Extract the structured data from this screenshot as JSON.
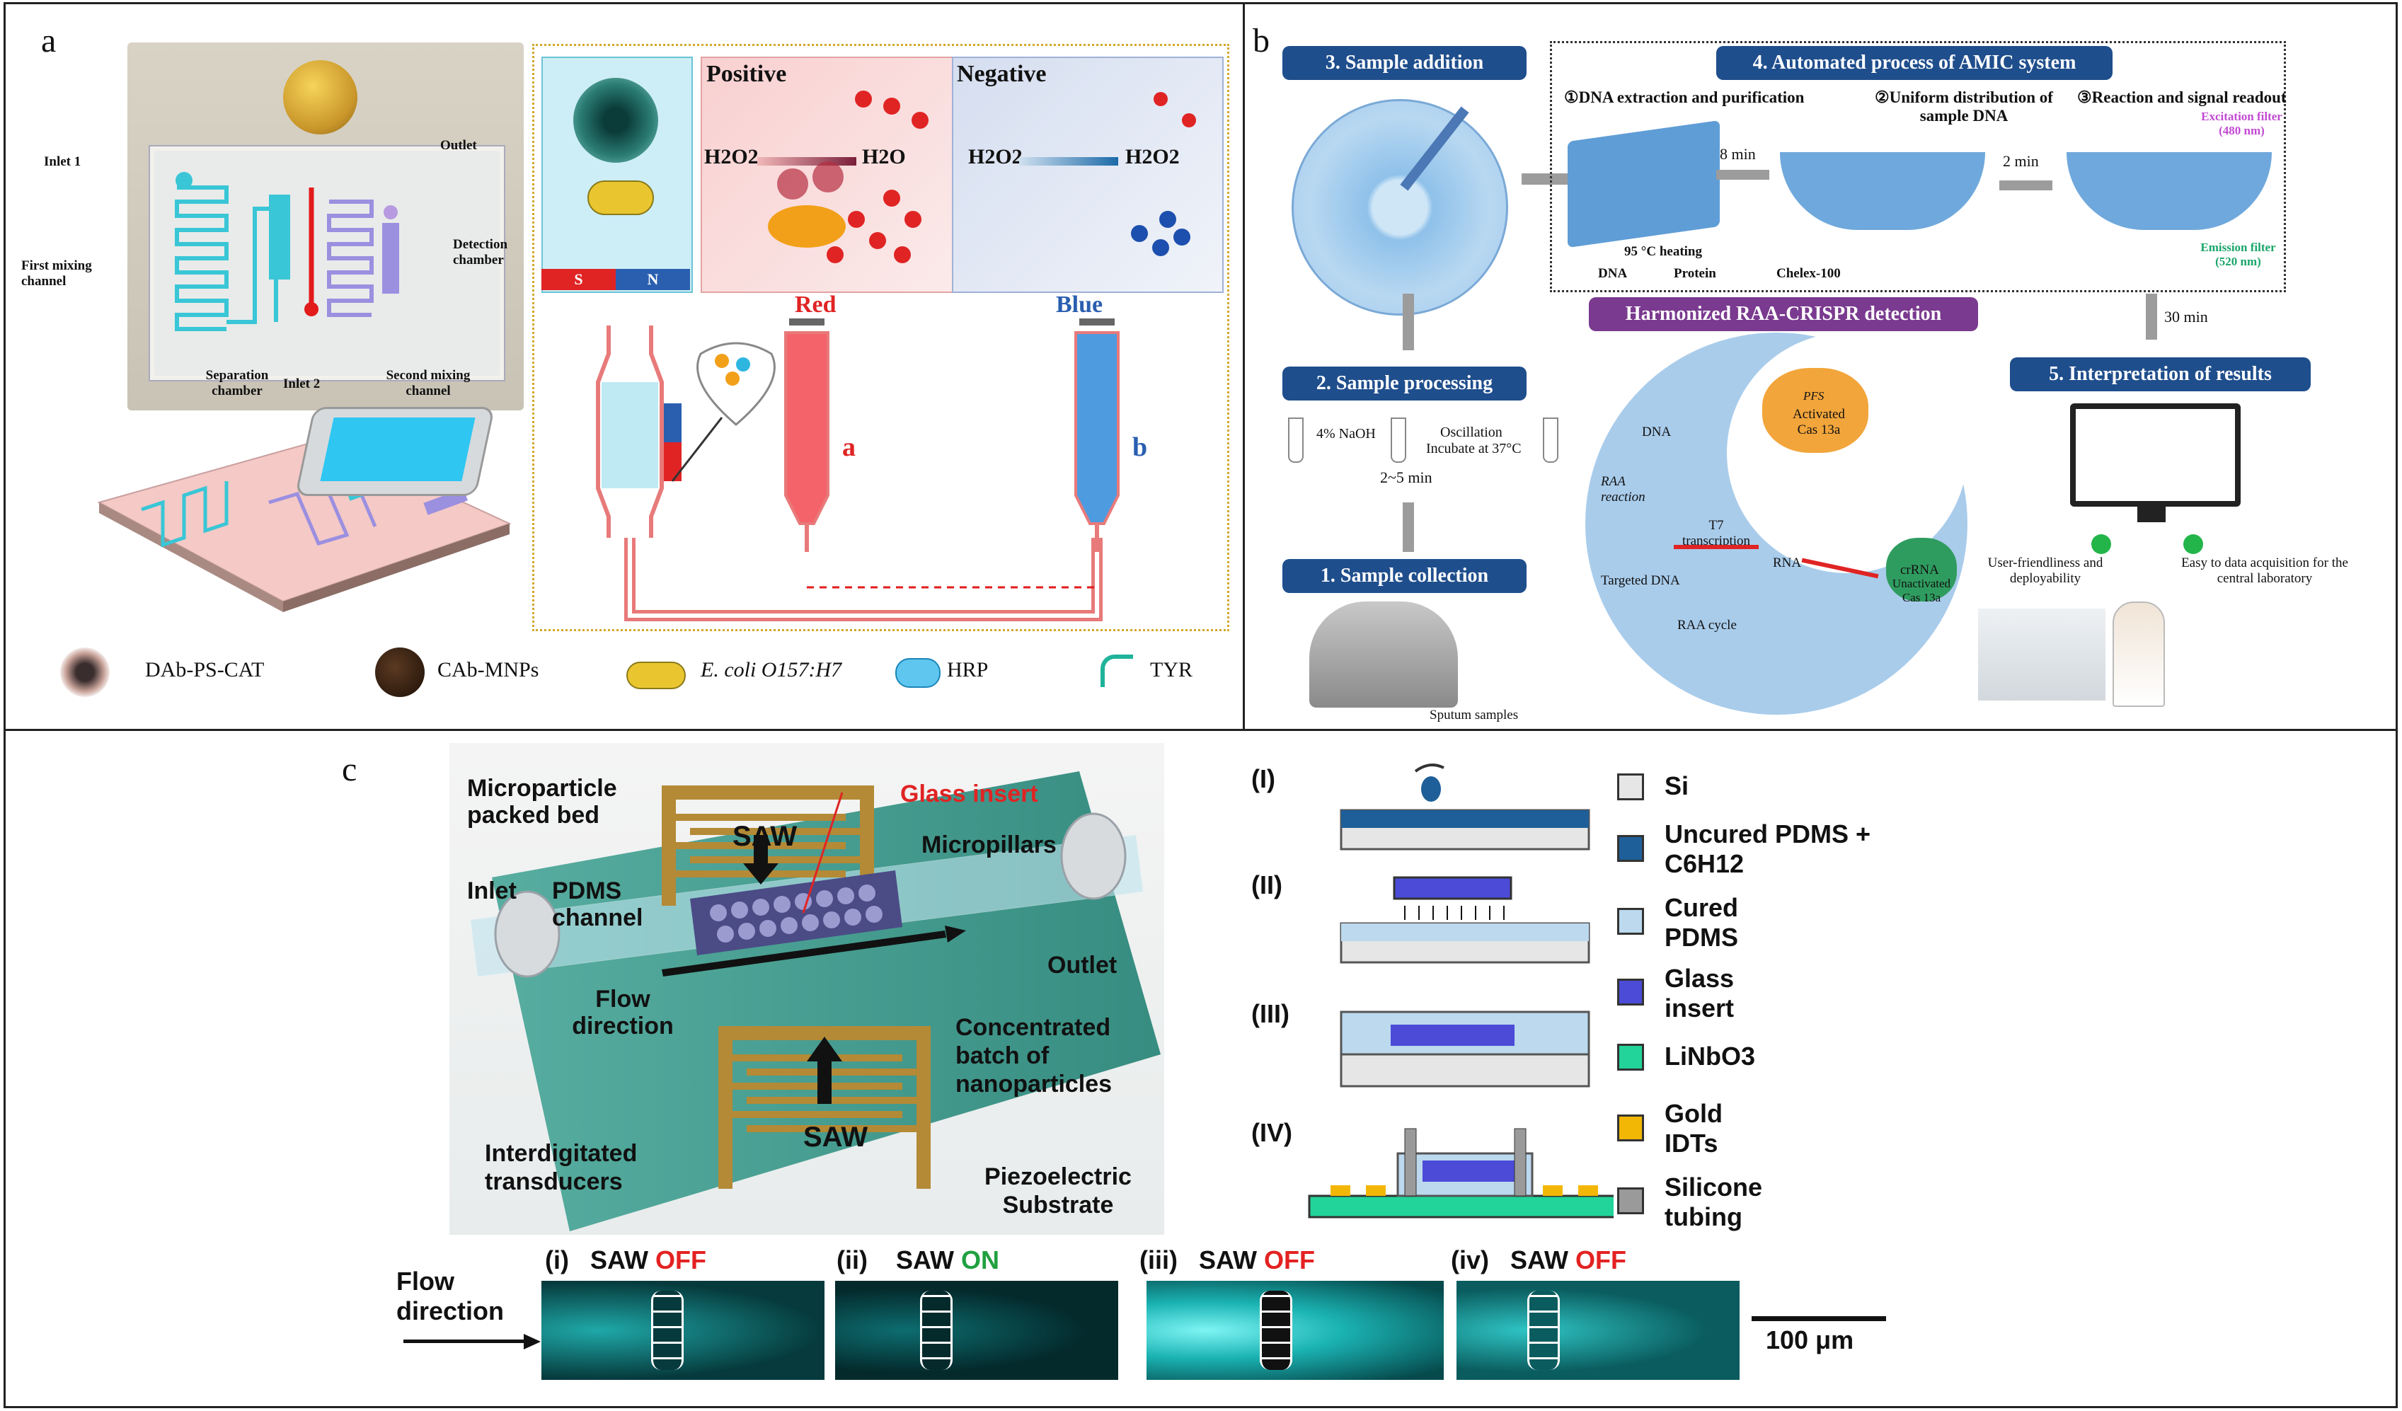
{
  "panel_a": {
    "letter": "a",
    "chip_labels": {
      "inlet1": "Inlet 1",
      "outlet": "Outlet",
      "first_mixing": "First mixing channel",
      "detection": "Detection chamber",
      "separation": "Separation chamber",
      "inlet2": "Inlet 2",
      "second_mixing": "Second mixing channel"
    },
    "positive_label": "Positive",
    "negative_label": "Negative",
    "h2o2": "H2O2",
    "h2o": "H2O",
    "red_label": "Red",
    "blue_label": "Blue",
    "tube_a": "a",
    "tube_b": "b",
    "magnet_s": "S",
    "magnet_n": "N",
    "legend": [
      "DAb-PS-CAT",
      "CAb-MNPs",
      "E. coli O157:H7",
      "HRP",
      "TYR"
    ]
  },
  "panel_b": {
    "letter": "b",
    "step3": "3. Sample addition",
    "step4": "4. Automated process of AMIC system",
    "step4_sub1": "①DNA extraction and purification",
    "step4_sub2": "②Uniform distribution of sample DNA",
    "step4_sub3": "③Reaction and signal readout",
    "time1": "8 min",
    "time2": "2 min",
    "time3": "30 min",
    "heating": "95 °C heating",
    "dna": "DNA",
    "protein": "Protein",
    "chelex": "Chelex-100",
    "excitation": "Excitation filter (480 nm)",
    "emission": "Emission filter (520 nm)",
    "harmonized": "Harmonized  RAA-CRISPR detection",
    "step2": "2. Sample processing",
    "naoh": "4% NaOH",
    "oscillation": "Oscillation",
    "incubate": "Incubate at 37°C",
    "time_range": "2~5 min",
    "step1": "1. Sample collection",
    "sputum": "Sputum samples",
    "step5": "5. Interpretation of results",
    "user": "User-friendliness and deployability",
    "easy": "Easy to data acquisition for the central laboratory",
    "raa_reaction": "RAA reaction",
    "t7": "T7 transcription",
    "rna": "RNA",
    "targeted": "Targeted DNA",
    "raa_cycle": "RAA cycle",
    "pfs": "PFS",
    "activated": "Activated Cas 13a",
    "crrna": "crRNA",
    "unactivated": "Unactivated Cas 13a",
    "dna_small": "DNA"
  },
  "panel_c": {
    "letter": "c",
    "microparticle": "Microparticle packed bed",
    "glass_insert": "Glass insert",
    "saw_top": "SAW",
    "micropillars": "Micropillars",
    "inlet": "Inlet",
    "pdms_channel": "PDMS channel",
    "outlet": "Outlet",
    "flow_direction": "Flow direction",
    "concentrated": "Concentrated batch of nanoparticles",
    "saw_bottom": "SAW",
    "idt": "Interdigitated transducers",
    "piezo": "Piezoelectric Substrate",
    "steps": [
      "(I)",
      "(II)",
      "(III)",
      "(IV)"
    ],
    "legend": [
      {
        "label": "Si",
        "color": "#e6e6e6"
      },
      {
        "label": "Uncured PDMS + C6H12",
        "color": "#1f5f99"
      },
      {
        "label": "Cured PDMS",
        "color": "#bcd9ee"
      },
      {
        "label": "Glass insert",
        "color": "#4b4bd8"
      },
      {
        "label": "LiNbO3",
        "color": "#22d49a"
      },
      {
        "label": "Gold IDTs",
        "color": "#f2b705"
      },
      {
        "label": "Silicone tubing",
        "color": "#9a9a9a"
      }
    ],
    "bottom_flow": "Flow direction",
    "images": [
      {
        "idx": "(i)",
        "saw": "SAW",
        "state": "OFF",
        "color": "#e32222"
      },
      {
        "idx": "(ii)",
        "saw": "SAW",
        "state": "ON",
        "color": "#20a040"
      },
      {
        "idx": "(iii)",
        "saw": "SAW",
        "state": "OFF",
        "color": "#e32222"
      },
      {
        "idx": "(iv)",
        "saw": "SAW",
        "state": "OFF",
        "color": "#e32222"
      }
    ],
    "scale": "100 μm"
  }
}
